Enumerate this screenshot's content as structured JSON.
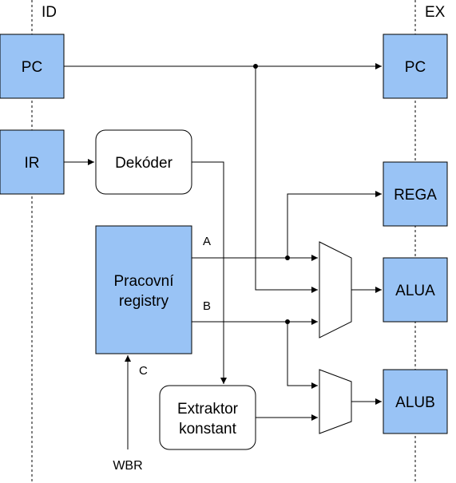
{
  "colors": {
    "register_fill": "#99c3f5",
    "register_stroke": "#000000",
    "box_fill": "#ffffff",
    "wire": "#000000",
    "stage_divider": "#000000"
  },
  "stages": {
    "left": "ID",
    "right": "EX"
  },
  "registers": {
    "id_pc": "PC",
    "id_ir": "IR",
    "ex_pc": "PC",
    "ex_rega": "REGA",
    "ex_alua": "ALUA",
    "ex_alub": "ALUB"
  },
  "blocks": {
    "decoder": "Dekóder",
    "register_file_line1": "Pracovní",
    "register_file_line2": "registry",
    "extractor_line1": "Extraktor",
    "extractor_line2": "konstant"
  },
  "ports": {
    "a": "A",
    "b": "B",
    "c": "C"
  },
  "signals": {
    "wbr": "WBR"
  }
}
